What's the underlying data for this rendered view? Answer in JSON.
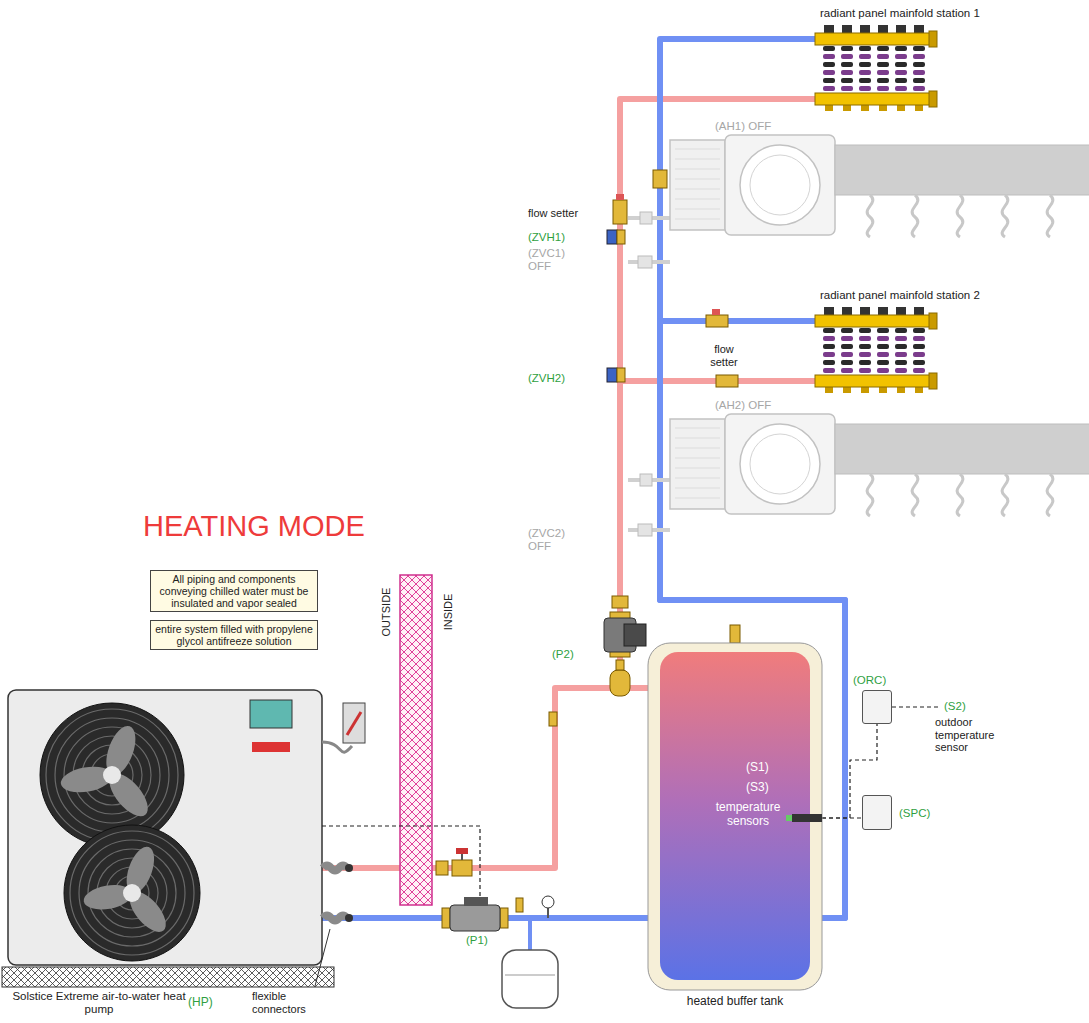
{
  "diagram": {
    "title": "HEATING MODE",
    "nodes": [
      {
        "text": [
          "radiant panel mainfold station 1"
        ]
      },
      {
        "text": [
          "(AH1) OFF"
        ]
      },
      {
        "text": [
          "radiant panel mainfold station 2"
        ]
      },
      {
        "text": [
          "(AH2) OFF"
        ]
      },
      {
        "text": [
          "All piping and components conveying chilled water must be insulated and vapor sealed"
        ]
      },
      {
        "text": [
          "entire system filled with propylene glycol antifreeze solution"
        ]
      },
      {
        "text": [
          "Solstice Extreme air-to-water heat pump",
          "(HP)"
        ]
      },
      {
        "text": [
          "(S1)",
          "(S3)",
          "temperature sensors",
          "heated buffer tank"
        ]
      },
      {
        "text": [
          "(ORC)"
        ]
      },
      {
        "text": [
          "(SPC)"
        ]
      }
    ],
    "edges": [
      {
        "from": 6,
        "to": 7,
        "arrow": "none"
      },
      {
        "from": 7,
        "to": 6,
        "arrow": "none"
      },
      {
        "from": 7,
        "to": 0,
        "arrow": "none"
      },
      {
        "from": 0,
        "to": 7,
        "arrow": "none"
      },
      {
        "from": 7,
        "to": 2,
        "arrow": "none"
      },
      {
        "from": 2,
        "to": 7,
        "arrow": "none"
      },
      {
        "from": 7,
        "to": 8,
        "arrow": "none"
      },
      {
        "from": 7,
        "to": 9,
        "arrow": "none"
      }
    ],
    "labels": [
      "flow setter",
      "(ZVH1)",
      "(ZVC1) OFF",
      "flow setter",
      "(ZVH2)",
      "(ZVC2) OFF",
      "(P2)",
      "OUTSIDE",
      "INSIDE",
      "(S2)",
      "outdoor temperature sensor",
      "(P1)",
      "flexible connectors"
    ]
  }
}
